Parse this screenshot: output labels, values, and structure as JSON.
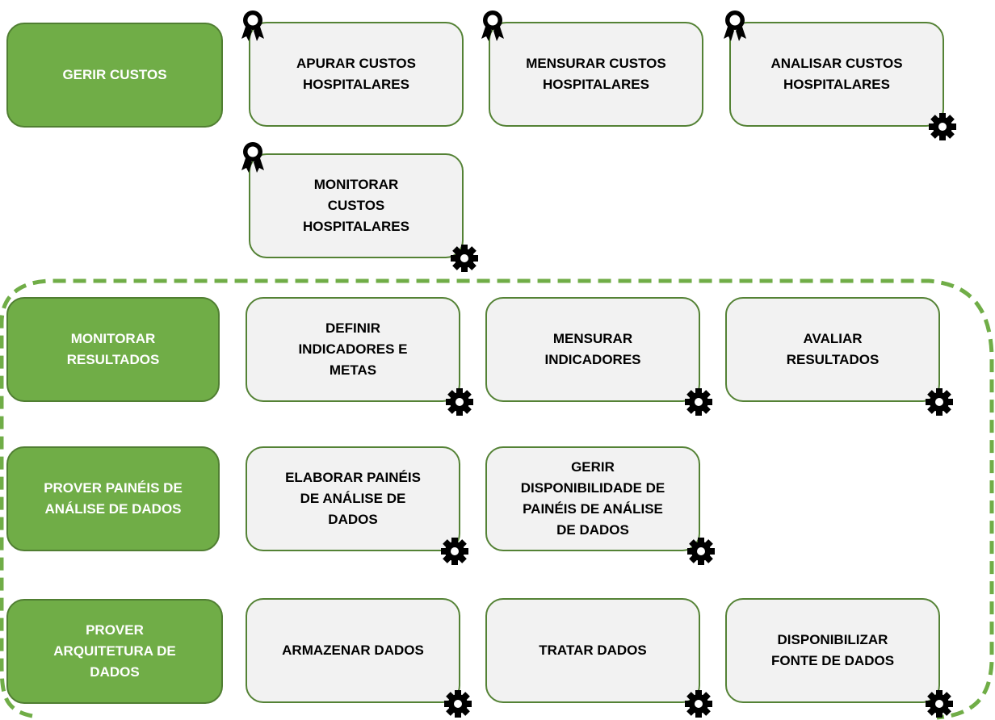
{
  "colors": {
    "accent": "#70ad47",
    "accent_border": "#507e32",
    "task_fill": "#f2f2f2",
    "task_border": "#548235",
    "dash": "#70ad47"
  },
  "groups": {
    "gerir_custos": "GERIR CUSTOS",
    "monitorar_resultados": "MONITORAR\nRESULTADOS",
    "prover_paineis": "PROVER PAINÉIS DE\nANÁLISE DE DADOS",
    "prover_arquitetura": "PROVER\nARQUITETURA DE\nDADOS"
  },
  "tasks": {
    "apurar": "APURAR CUSTOS\nHOSPITALARES",
    "mensurar_custos": "MENSURAR CUSTOS\nHOSPITALARES",
    "analisar": "ANALISAR CUSTOS\nHOSPITALARES",
    "monitorar_custos": "MONITORAR\nCUSTOS\nHOSPITALARES",
    "definir": "DEFINIR\nINDICADORES E\nMETAS",
    "mensurar_indicadores": "MENSURAR\nINDICADORES",
    "avaliar": "AVALIAR\nRESULTADOS",
    "elaborar": "ELABORAR PAINÉIS\nDE ANÁLISE DE\nDADOS",
    "gerir_disponibilidade": "GERIR\nDISPONIBILIDADE DE\nPAINÉIS DE ANÁLISE\nDE DADOS",
    "armazenar": "ARMAZENAR DADOS",
    "tratar": "TRATAR DADOS",
    "disponibilizar": "DISPONIBILIZAR\nFONTE DE DADOS"
  },
  "icons": {
    "award": "award-ribbon-icon",
    "gear": "gear-icon"
  }
}
